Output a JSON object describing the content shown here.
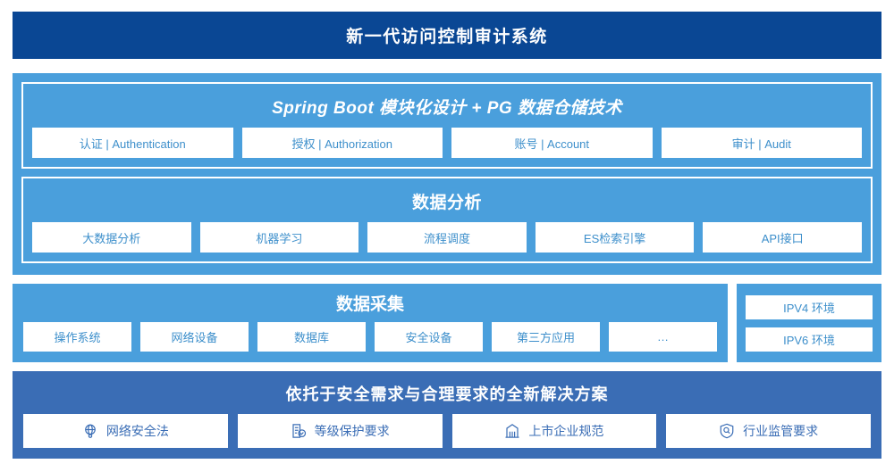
{
  "header": {
    "title": "新一代访问控制审计系统"
  },
  "architecture": {
    "platform_section": {
      "title": "Spring Boot 模块化设计 + PG 数据仓储技术",
      "modules": [
        "认证 | Authentication",
        "授权 | Authorization",
        "账号 | Account",
        "审计 | Audit"
      ]
    },
    "analysis_section": {
      "title": "数据分析",
      "modules": [
        "大数据分析",
        "机器学习",
        "流程调度",
        "ES检索引擎",
        "API接口"
      ]
    },
    "collection_section": {
      "title": "数据采集",
      "sources": [
        "操作系统",
        "网络设备",
        "数据库",
        "安全设备",
        "第三方应用",
        "…"
      ]
    },
    "environment_panel": {
      "items": [
        "IPV4 环境",
        "IPV6 环境"
      ]
    }
  },
  "solution": {
    "title": "依托于安全需求与合理要求的全新解决方案",
    "items": [
      {
        "label": "网络安全法",
        "icon": "globe-network-icon"
      },
      {
        "label": "等级保护要求",
        "icon": "document-check-icon"
      },
      {
        "label": "上市企业规范",
        "icon": "bank-building-icon"
      },
      {
        "label": "行业监管要求",
        "icon": "shield-search-icon"
      }
    ]
  },
  "colors": {
    "header_navy": "#0A4794",
    "panel_light_blue": "#4A9FDC",
    "solution_blue": "#3A6DB5",
    "chip_text_blue": "#3D8FCB",
    "chip_background": "#FFFFFF"
  }
}
